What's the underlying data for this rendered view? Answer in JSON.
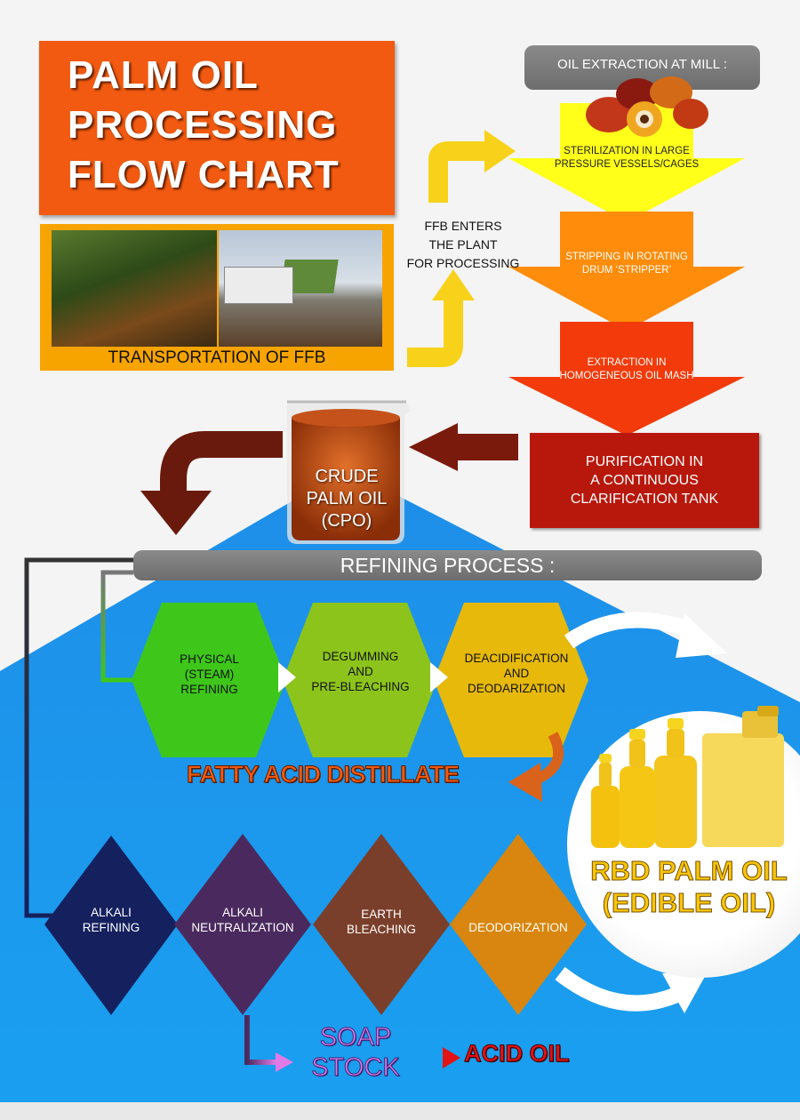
{
  "title": {
    "line1": "PALM OIL",
    "line2": "PROCESSING",
    "line3": "FLOW CHART"
  },
  "transport": {
    "label": "TRANSPORTATION OF FFB"
  },
  "ffb_entry": {
    "line1": "FFB ENTERS",
    "line2": "THE PLANT",
    "line3": "FOR PROCESSING"
  },
  "mill": {
    "header": "OIL EXTRACTION AT MILL :",
    "steps": [
      {
        "line1": "STERILIZATION IN LARGE",
        "line2": "PRESSURE VESSELS/CAGES",
        "color": "#ffff1a"
      },
      {
        "line1": "STRIPPING IN ROTATING",
        "line2": "DRUM ‘STRIPPER’",
        "color": "#ff8c0a"
      },
      {
        "line1": "EXTRACTION IN",
        "line2": "HOMOGENEOUS OIL MASH",
        "color": "#f23a0a"
      }
    ],
    "purification": {
      "line1": "PURIFICATION IN",
      "line2": "A CONTINUOUS",
      "line3": "CLARIFICATION TANK"
    }
  },
  "cpo": {
    "line1": "CRUDE",
    "line2": "PALM OIL",
    "line3": "(CPO)"
  },
  "refining": {
    "header": "REFINING PROCESS :",
    "physical": [
      {
        "lines": [
          "PHYSICAL",
          "(STEAM)",
          "REFINING"
        ],
        "color": "#3ec71a"
      },
      {
        "lines": [
          "DEGUMMING",
          "AND",
          "PRE-BLEACHING"
        ],
        "color": "#8cc41c"
      },
      {
        "lines": [
          "DEACIDIFICATION",
          "AND",
          "DEODARIZATION"
        ],
        "color": "#e6b90a"
      }
    ],
    "byproduct_physical": "FATTY ACID DISTILLATE",
    "chemical": [
      {
        "lines": [
          "ALKALI",
          "REFINING"
        ],
        "color": "#15205e"
      },
      {
        "lines": [
          "ALKALI",
          "NEUTRALIZATION"
        ],
        "color": "#4a2a5e"
      },
      {
        "lines": [
          "EARTH",
          "BLEACHING"
        ],
        "color": "#7a3f2a"
      },
      {
        "lines": [
          "DEODORIZATION"
        ],
        "color": "#d8860f"
      }
    ],
    "byproduct_chemical_1": {
      "line1": "SOAP",
      "line2": "STOCK"
    },
    "byproduct_chemical_2": "ACID OIL"
  },
  "product": {
    "line1": "RBD PALM OIL",
    "line2": "(EDIBLE OIL)"
  }
}
